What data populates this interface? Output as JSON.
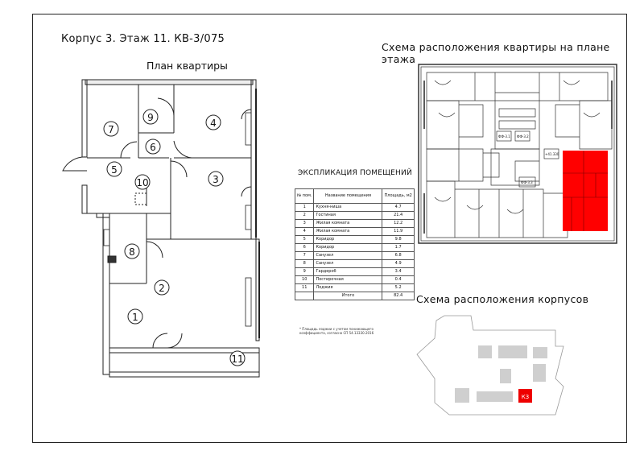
{
  "header": {
    "title": "Корпус 3. Этаж 11. КВ-3/075",
    "plan_title": "План квартиры",
    "floor_scheme_title": "Схема расположения квартиры на плане этажа",
    "buildings_scheme_title": "Схема расположения корпусов"
  },
  "plan": {
    "room_numbers": [
      "1",
      "2",
      "3",
      "4",
      "5",
      "6",
      "7",
      "8",
      "9",
      "10",
      "11"
    ]
  },
  "explication": {
    "title": "ЭКСПЛИКАЦИЯ ПОМЕЩЕНИЙ",
    "col_num": "№ пом.",
    "col_name": "Название помещения",
    "col_area": "Площадь, м2",
    "rows": [
      {
        "num": "1",
        "name": "Кухня-ниша",
        "area": "4.7"
      },
      {
        "num": "2",
        "name": "Гостиная",
        "area": "21.4"
      },
      {
        "num": "3",
        "name": "Жилая комната",
        "area": "12.2"
      },
      {
        "num": "4",
        "name": "Жилая комната",
        "area": "11.9"
      },
      {
        "num": "5",
        "name": "Коридор",
        "area": "9.8"
      },
      {
        "num": "6",
        "name": "Коридор",
        "area": "1.7"
      },
      {
        "num": "7",
        "name": "Санузел",
        "area": "6.8"
      },
      {
        "num": "8",
        "name": "Санузел",
        "area": "4.9"
      },
      {
        "num": "9",
        "name": "Гардероб",
        "area": "3.4"
      },
      {
        "num": "10",
        "name": "Постирочная",
        "area": "0.4"
      },
      {
        "num": "11",
        "name": "Лоджия",
        "area": "5.2"
      }
    ],
    "total_label": "Итого",
    "total_area": "82.4",
    "note": "* Площадь лоджии с учетом понижающего коэффициента, согласно СП 54.13330.2016"
  },
  "floor_plan": {
    "labels": {
      "a": "ФФ-3.1",
      "b": "ФФ-3.2",
      "c": "ФФ-3.3",
      "d": "+41.330"
    },
    "highlight_color": "#ff0000"
  },
  "buildings": {
    "highlight_label": "К3",
    "highlight_color": "#ee0000",
    "block_color": "#cfcfcf"
  }
}
